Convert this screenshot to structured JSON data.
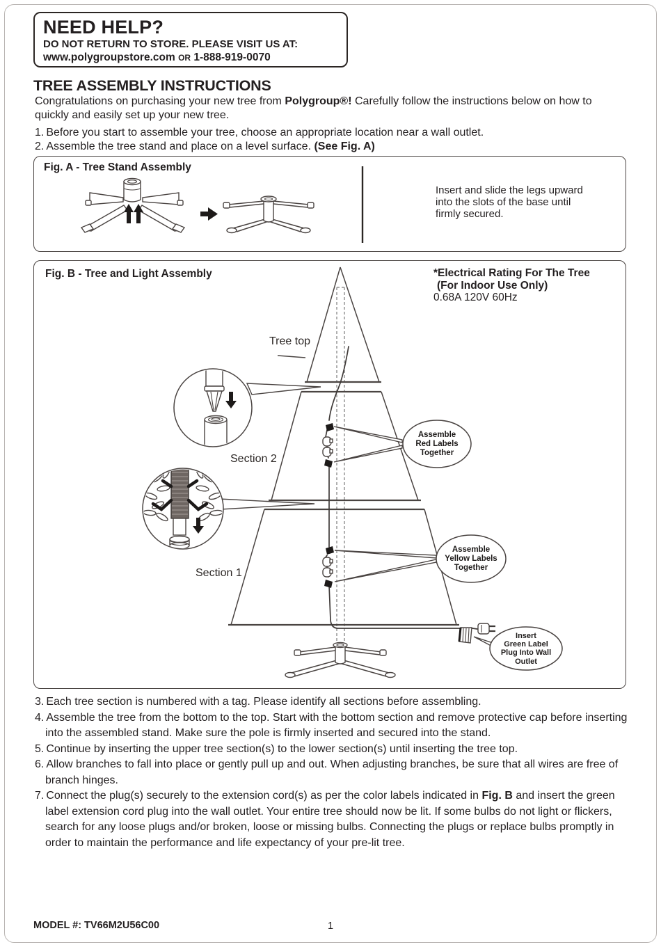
{
  "help_box": {
    "title": "NEED HELP?",
    "line1": "DO NOT RETURN TO STORE. PLEASE VISIT US AT:",
    "url": "www.polygroupstore.com",
    "or": "OR",
    "phone": "1-888-919-0070"
  },
  "main": {
    "title": "TREE ASSEMBLY INSTRUCTIONS",
    "intro_part1": "Congratulations on purchasing your new tree from ",
    "intro_brand": "Polygroup®!",
    "intro_part2": " Carefully follow the instructions below on how to quickly and easily set up your new tree.",
    "step1_num": "1.",
    "step1_text": "Before you start to assemble your tree, choose an appropriate location near a wall outlet.",
    "step2_num": "2.",
    "step2_text": "Assemble the tree stand and place on a level surface. ",
    "step2_bold": "(See Fig. A)"
  },
  "fig_a": {
    "title": "Fig. A - Tree Stand Assembly",
    "instruction": "Insert and slide the legs upward into the slots of the base until firmly secured."
  },
  "fig_b": {
    "title": "Fig. B - Tree and Light Assembly",
    "rating_line1": "*Electrical Rating For The Tree",
    "rating_line2": "(For Indoor Use Only)",
    "rating_line3": "0.68A 120V 60Hz",
    "label_tree_top": "Tree top",
    "label_section2": "Section 2",
    "label_section1": "Section 1",
    "callout_red": "Assemble\nRed Labels\nTogether",
    "callout_yellow": "Assemble\nYellow Labels\nTogether",
    "callout_green": "Insert\nGreen Label\nPlug Into Wall\nOutlet"
  },
  "steps": {
    "s3_num": "3.",
    "s3": "Each tree section is numbered with a tag. Please identify all sections before assembling.",
    "s4_num": "4.",
    "s4": "Assemble the tree from the bottom to the top. Start with the bottom section and remove protective cap before inserting into the assembled stand. Make sure the pole is firmly inserted and secured into the stand.",
    "s5_num": "5.",
    "s5": "Continue by inserting the upper tree section(s) to the lower section(s) until inserting the tree top.",
    "s6_num": "6.",
    "s6": "Allow branches to fall into place or gently pull up and out. When adjusting branches, be sure that all wires are free of branch hinges.",
    "s7_num": "7.",
    "s7_pre": "Connect the plug(s) securely to the extension cord(s) as per the color labels indicated in ",
    "s7_bold": "Fig. B",
    "s7_post": " and insert the green label extension cord plug into the wall outlet. Your entire tree should now be lit. If some bulbs do not light or flickers, search for any loose plugs and/or broken, loose or missing bulbs. Connecting the plugs or replace bulbs promptly in order to maintain the performance and life expectancy of your pre-lit tree."
  },
  "footer": {
    "model": "MODEL #: TV66M2U56C00",
    "page_number": "1"
  }
}
